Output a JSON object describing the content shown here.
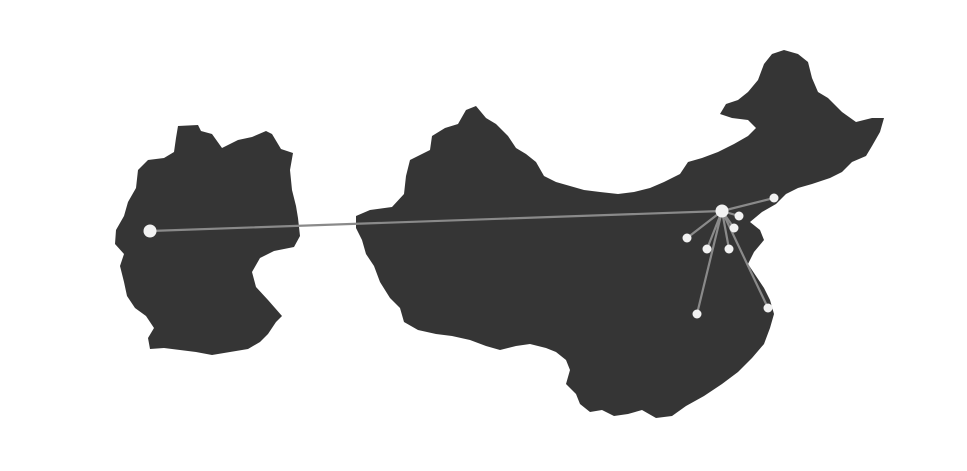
{
  "colors": {
    "background": "#ffffff",
    "land": "#353535",
    "route": "#8a8a8a",
    "node": "#f2f2f2"
  },
  "map": {
    "regions": [
      {
        "id": "germany"
      },
      {
        "id": "china"
      }
    ],
    "hubs": [
      {
        "id": "west-hub"
      },
      {
        "id": "east-hub"
      }
    ],
    "spokes": [
      {
        "id": "spoke-1"
      },
      {
        "id": "spoke-2"
      },
      {
        "id": "spoke-3"
      },
      {
        "id": "spoke-4"
      },
      {
        "id": "spoke-5"
      },
      {
        "id": "spoke-6"
      },
      {
        "id": "spoke-7"
      },
      {
        "id": "spoke-8"
      }
    ]
  }
}
